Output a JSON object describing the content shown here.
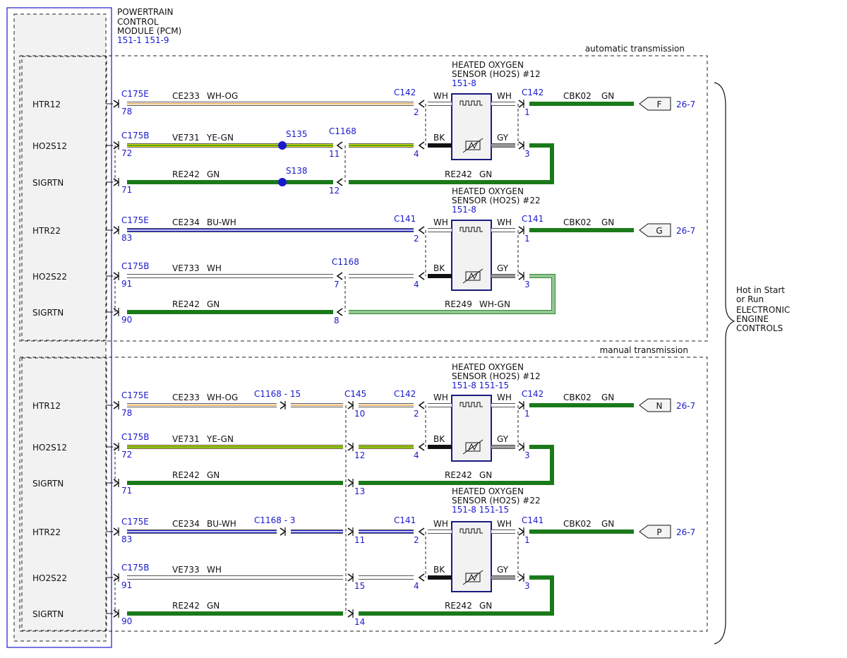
{
  "pcm": {
    "title_lines": [
      "POWERTRAIN",
      "CONTROL",
      "MODULE (PCM)"
    ],
    "ref": "151-1 151-9"
  },
  "bracket": {
    "lines": [
      "Hot in Start",
      "or Run",
      "ELECTRONIC",
      "ENGINE",
      "CONTROLS"
    ]
  },
  "colors": {
    "WH-OG": [
      "#ffffff",
      "#e8a040"
    ],
    "YE-GN": [
      "#e6e600",
      "#2e8b2e"
    ],
    "GN": [
      "#1a7a1a"
    ],
    "BU-WH": [
      "#1a1acc",
      "#ffffff"
    ],
    "WH": [
      "#ffffff"
    ],
    "WH-GN": [
      "#ffffff",
      "#2e8b2e"
    ],
    "BK": [
      "#111111"
    ],
    "GY": [
      "#888888"
    ]
  },
  "sections": [
    {
      "label": "automatic transmission",
      "sensors": [
        {
          "title_lines": [
            "HEATED OXYGEN",
            "SENSOR (HO2S) #12"
          ],
          "ref": "151-8",
          "connector_left": "C142",
          "connector_right": "C142",
          "pins_left": [
            "2",
            "4"
          ],
          "pins_right": [
            "1",
            "3"
          ],
          "lead_left_top": "WH",
          "lead_left_bottom": "BK",
          "lead_right_top": "WH",
          "lead_right_bottom": "GY",
          "right_circuit": "CBK02",
          "right_color": "GN",
          "flag": "F",
          "flag_ref": "26-7"
        },
        {
          "title_lines": [
            "HEATED OXYGEN",
            "SENSOR (HO2S) #22"
          ],
          "ref": "151-8",
          "connector_left": "C141",
          "connector_right": "C141",
          "pins_left": [
            "2",
            "4"
          ],
          "pins_right": [
            "1",
            "3"
          ],
          "lead_left_top": "WH",
          "lead_left_bottom": "BK",
          "lead_right_top": "WH",
          "lead_right_bottom": "GY",
          "right_circuit": "CBK02",
          "right_color": "GN",
          "flag": "G",
          "flag_ref": "26-7"
        }
      ],
      "rows": [
        {
          "pin_name": "HTR12",
          "conn": "C175E",
          "pin": "78",
          "circuit": "CE233",
          "color": "WH-OG",
          "splice": "",
          "mid_conn": "",
          "mid_pin": "",
          "ret_circuit": "",
          "ret_color": ""
        },
        {
          "pin_name": "HO2S12",
          "conn": "C175B",
          "pin": "72",
          "circuit": "VE731",
          "color": "YE-GN",
          "splice": "S135",
          "mid_conn": "C1168",
          "mid_pin": "11",
          "ret_circuit": "",
          "ret_color": ""
        },
        {
          "pin_name": "SIGRTN",
          "conn": "",
          "pin": "71",
          "circuit": "RE242",
          "color": "GN",
          "splice": "S138",
          "mid_conn": "",
          "mid_pin": "12",
          "ret_circuit": "RE242",
          "ret_color": "GN"
        },
        {
          "pin_name": "HTR22",
          "conn": "C175E",
          "pin": "83",
          "circuit": "CE234",
          "color": "BU-WH",
          "splice": "",
          "mid_conn": "",
          "mid_pin": "",
          "ret_circuit": "",
          "ret_color": ""
        },
        {
          "pin_name": "HO2S22",
          "conn": "C175B",
          "pin": "91",
          "circuit": "VE733",
          "color": "WH",
          "splice": "",
          "mid_conn": "C1168",
          "mid_pin": "7",
          "ret_circuit": "",
          "ret_color": ""
        },
        {
          "pin_name": "SIGRTN",
          "conn": "",
          "pin": "90",
          "circuit": "RE242",
          "color": "GN",
          "splice": "",
          "mid_conn": "",
          "mid_pin": "8",
          "ret_circuit": "RE249",
          "ret_color": "WH-GN"
        }
      ]
    },
    {
      "label": "manual transmission",
      "sensors": [
        {
          "title_lines": [
            "HEATED OXYGEN",
            "SENSOR (HO2S) #12"
          ],
          "ref": "151-8  151-15",
          "connector_left": "C142",
          "connector_right": "C142",
          "pins_left": [
            "2",
            "4"
          ],
          "pins_right": [
            "1",
            "3"
          ],
          "lead_left_top": "WH",
          "lead_left_bottom": "BK",
          "lead_right_top": "WH",
          "lead_right_bottom": "GY",
          "right_circuit": "CBK02",
          "right_color": "GN",
          "flag": "N",
          "flag_ref": "26-7"
        },
        {
          "title_lines": [
            "HEATED OXYGEN",
            "SENSOR (HO2S) #22"
          ],
          "ref": "151-8  151-15",
          "connector_left": "C141",
          "connector_right": "C141",
          "pins_left": [
            "2",
            "4"
          ],
          "pins_right": [
            "1",
            "3"
          ],
          "lead_left_top": "WH",
          "lead_left_bottom": "BK",
          "lead_right_top": "WH",
          "lead_right_bottom": "GY",
          "right_circuit": "CBK02",
          "right_color": "GN",
          "flag": "P",
          "flag_ref": "26-7"
        }
      ],
      "mid_conn": "C145",
      "inline_labels": [
        "C1168 - 15",
        "C1168 -  3"
      ],
      "rows": [
        {
          "pin_name": "HTR12",
          "conn": "C175E",
          "pin": "78",
          "circuit": "CE233",
          "color": "WH-OG",
          "mid_pin": "10",
          "ret_circuit": "",
          "ret_color": ""
        },
        {
          "pin_name": "HO2S12",
          "conn": "C175B",
          "pin": "72",
          "circuit": "VE731",
          "color": "YE-GN",
          "mid_pin": "12",
          "ret_circuit": "",
          "ret_color": ""
        },
        {
          "pin_name": "SIGRTN",
          "conn": "",
          "pin": "71",
          "circuit": "RE242",
          "color": "GN",
          "mid_pin": "13",
          "ret_circuit": "RE242",
          "ret_color": "GN"
        },
        {
          "pin_name": "HTR22",
          "conn": "C175E",
          "pin": "83",
          "circuit": "CE234",
          "color": "BU-WH",
          "mid_pin": "11",
          "ret_circuit": "",
          "ret_color": ""
        },
        {
          "pin_name": "HO2S22",
          "conn": "C175B",
          "pin": "91",
          "circuit": "VE733",
          "color": "WH",
          "mid_pin": "15",
          "ret_circuit": "",
          "ret_color": ""
        },
        {
          "pin_name": "SIGRTN",
          "conn": "",
          "pin": "90",
          "circuit": "RE242",
          "color": "GN",
          "mid_pin": "14",
          "ret_circuit": "RE242",
          "ret_color": "GN"
        }
      ]
    }
  ]
}
